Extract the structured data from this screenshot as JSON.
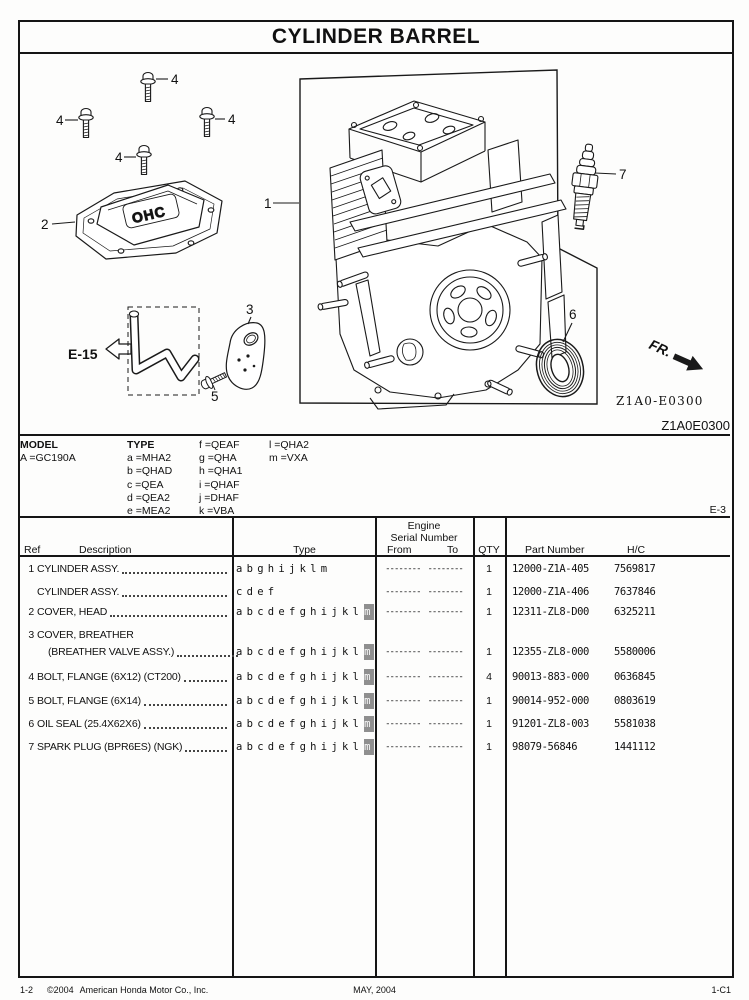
{
  "title": "CYLINDER BARREL",
  "page_code": "E-3",
  "diagram": {
    "labels": {
      "p1": "1",
      "p2": "2",
      "p3": "3",
      "p4": "4",
      "p5": "5",
      "p6": "6",
      "p7": "7"
    },
    "ref_e15": "E-15",
    "fr_label": "FR.",
    "cover_text": "OHC",
    "code_internal": "Z1A0-E0300",
    "code_external": "Z1A0E0300"
  },
  "model_section": {
    "model_label": "MODEL",
    "model_value": "A =GC190A",
    "type_label": "TYPE",
    "type_col1": [
      "a =MHA2",
      "b =QHAD",
      "c =QEA",
      "d =QEA2",
      "e =MEA2"
    ],
    "type_col2": [
      "f =QEAF",
      "g =QHA",
      "h =QHA1",
      "i =QHAF",
      "j =DHAF",
      "k =VBA"
    ],
    "type_col3": [
      "l =QHA2",
      "m =VXA"
    ]
  },
  "table": {
    "headers": {
      "ref": "Ref",
      "description": "Description",
      "type": "Type",
      "engine": "Engine",
      "serial_number": "Serial Number",
      "from": "From",
      "to": "To",
      "qty": "QTY",
      "part_number": "Part Number",
      "hc": "H/C"
    },
    "serial_dash": "--------",
    "rows": [
      {
        "ref": "1",
        "description": "CYLINDER ASSY.",
        "type": "a b g h i j k l m",
        "hl": false,
        "qty": "1",
        "part_number": "12000-Z1A-405",
        "hc": "7569817"
      },
      {
        "ref": "",
        "description": "CYLINDER ASSY.",
        "type": "c d e f",
        "hl": false,
        "qty": "1",
        "part_number": "12000-Z1A-406",
        "hc": "7637846"
      },
      {
        "ref": "2",
        "description": "COVER, HEAD",
        "type": "a b c d e f g h i j k l m",
        "hl": true,
        "qty": "1",
        "part_number": "12311-ZL8-D00",
        "hc": "6325211"
      },
      {
        "ref": "3",
        "description": "COVER, BREATHER",
        "description2": "(BREATHER VALVE ASSY.)",
        "type": "a b c d e f g h i j k l m",
        "hl": true,
        "qty": "1",
        "part_number": "12355-ZL8-000",
        "hc": "5580006"
      },
      {
        "ref": "4",
        "description": "BOLT, FLANGE (6X12) (CT200)",
        "type": "a b c d e f g h i j k l m",
        "hl": true,
        "qty": "4",
        "part_number": "90013-883-000",
        "hc": "0636845"
      },
      {
        "ref": "5",
        "description": "BOLT, FLANGE (6X14)",
        "type": "a b c d e f g h i j k l m",
        "hl": true,
        "qty": "1",
        "part_number": "90014-952-000",
        "hc": "0803619"
      },
      {
        "ref": "6",
        "description": "OIL SEAL (25.4X62X6)",
        "type": "a b c d e f g h i j k l m",
        "hl": true,
        "qty": "1",
        "part_number": "91201-ZL8-003",
        "hc": "5581038"
      },
      {
        "ref": "7",
        "description": "SPARK PLUG (BPR6ES) (NGK)",
        "type": "a b c d e f g h i j k l m",
        "hl": true,
        "qty": "1",
        "part_number": "98079-56846",
        "hc": "1441112"
      }
    ]
  },
  "footer": {
    "page_left": "1-2",
    "year": "©2004",
    "company": "American Honda Motor Co., Inc.",
    "date": "MAY, 2004",
    "page_right": "1-C1"
  }
}
